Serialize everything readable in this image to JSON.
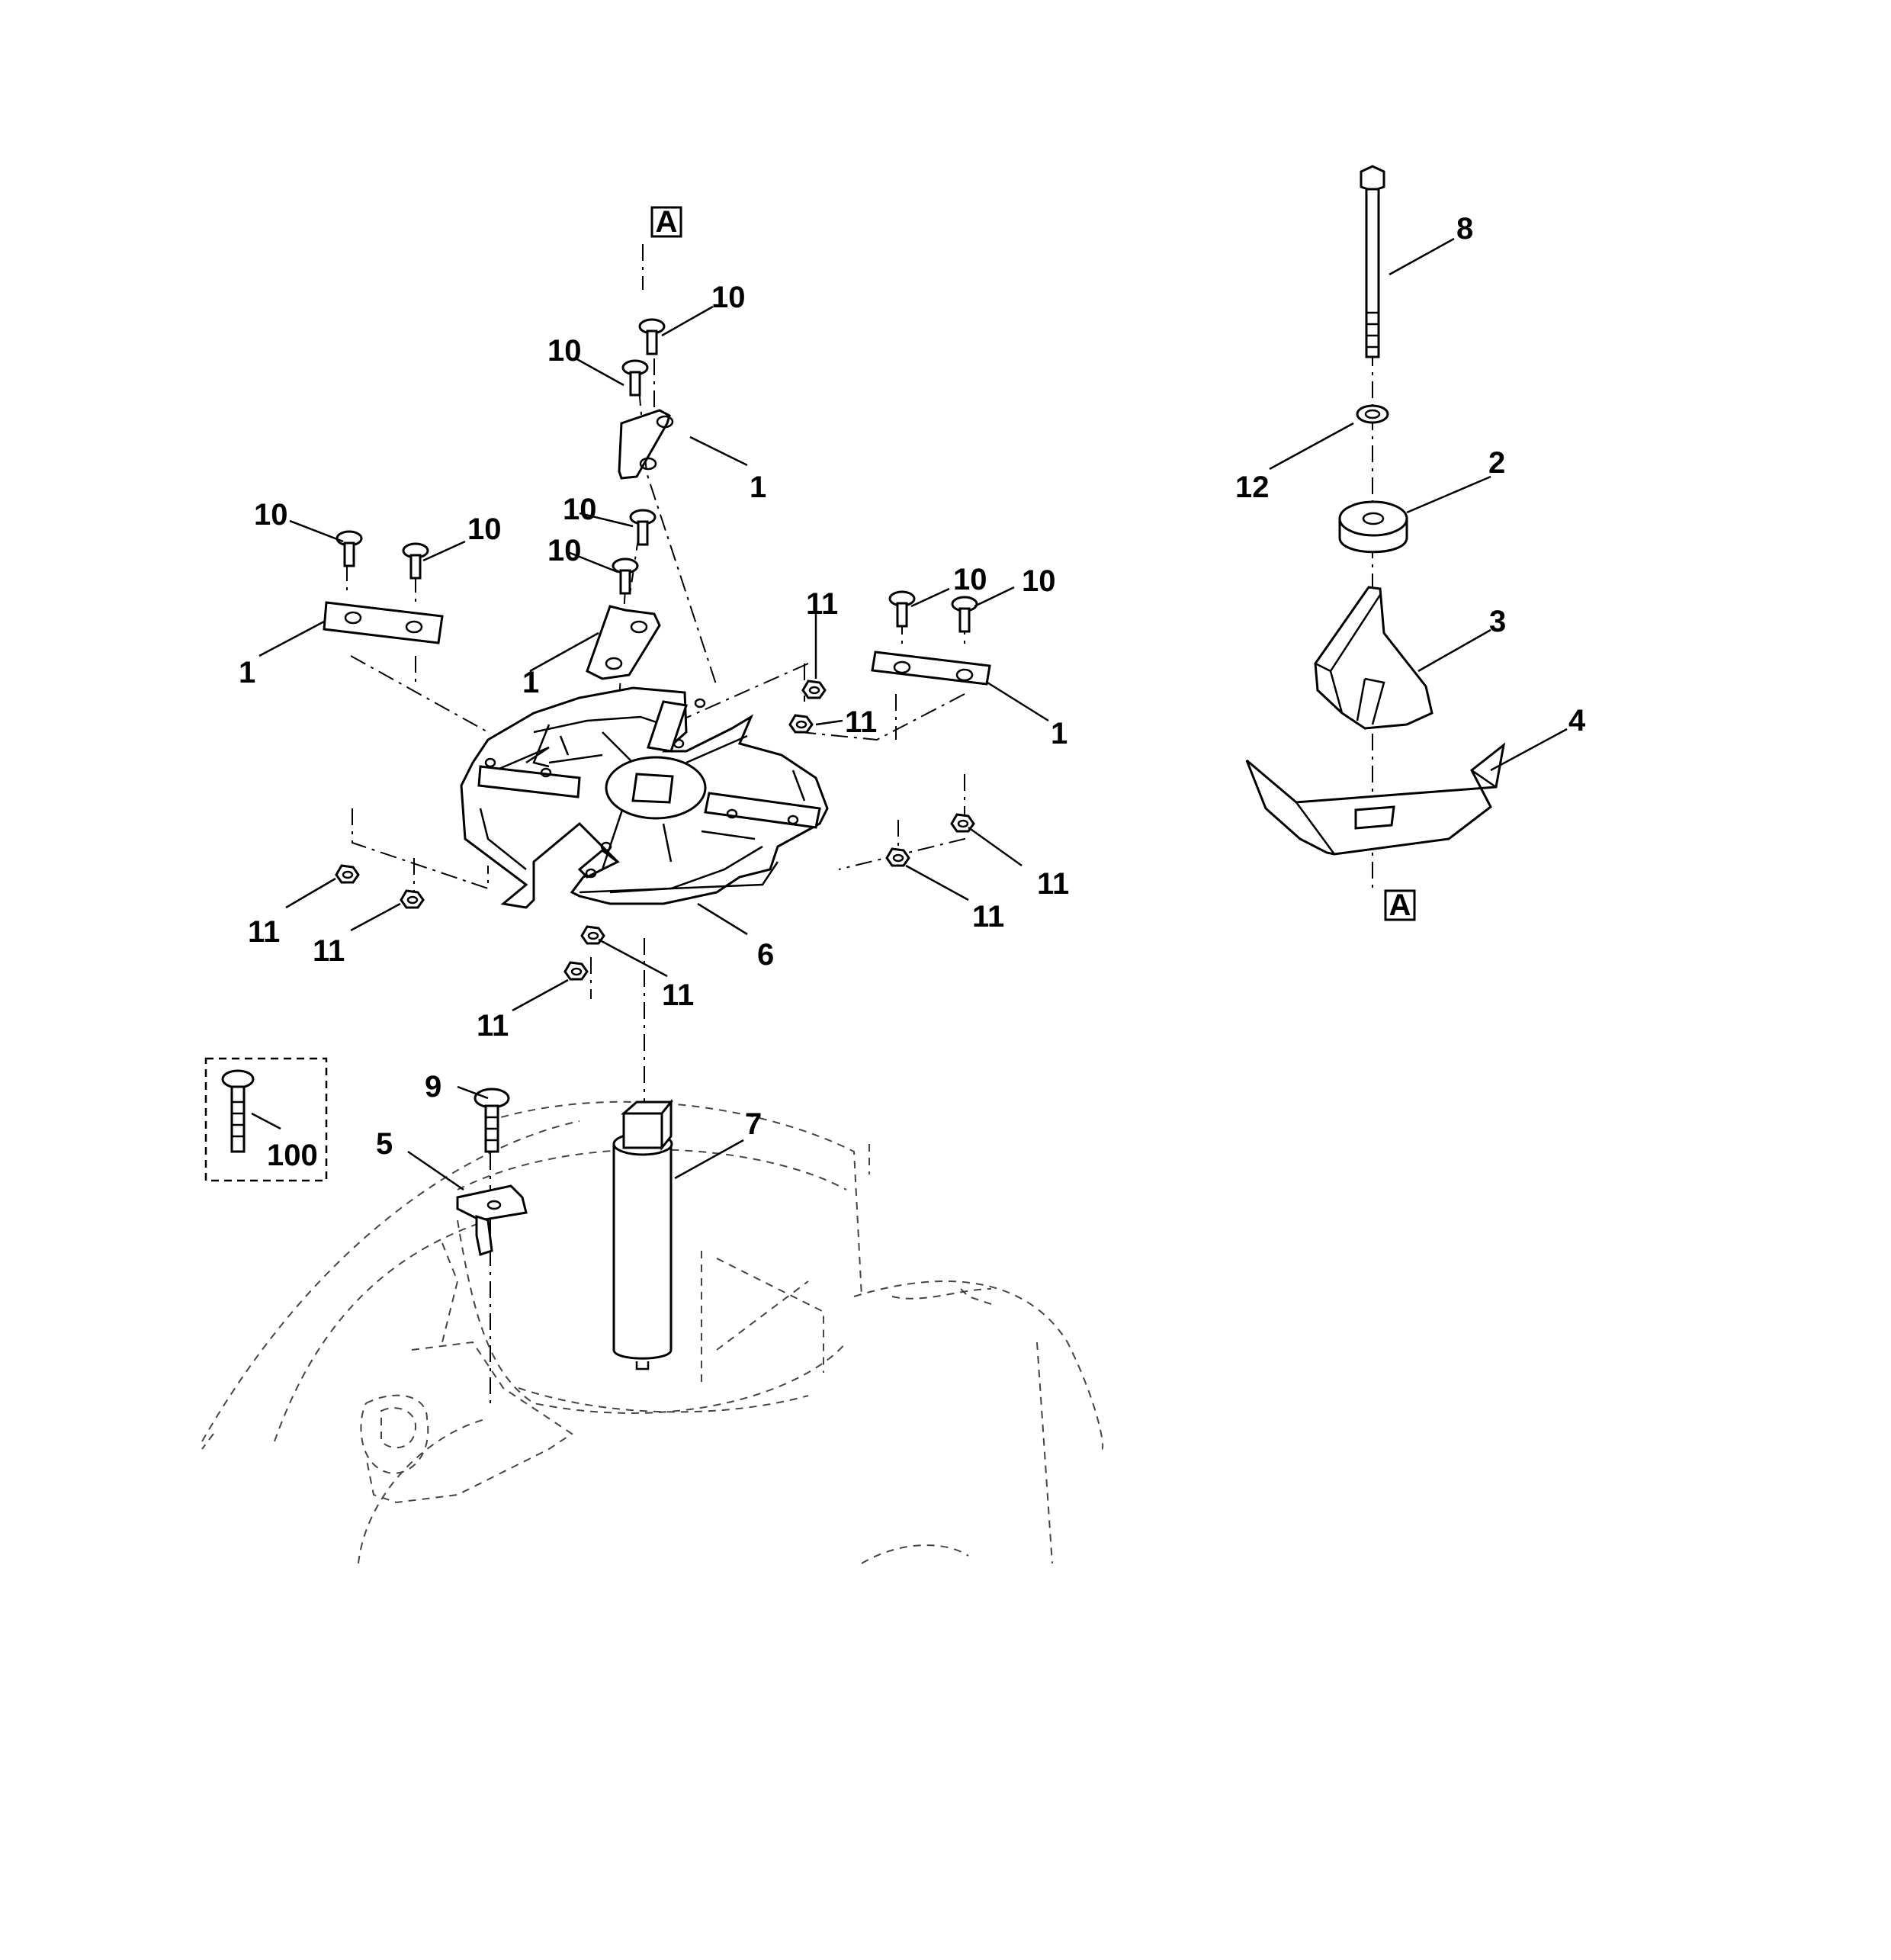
{
  "diagram": {
    "reference_marker": "A",
    "callouts": {
      "c1a": "1",
      "c1b": "1",
      "c1c": "1",
      "c1d": "1",
      "c2": "2",
      "c3": "3",
      "c4": "4",
      "c5": "5",
      "c6": "6",
      "c7": "7",
      "c8": "8",
      "c9": "9",
      "c10a": "10",
      "c10b": "10",
      "c10c": "10",
      "c10d": "10",
      "c10e": "10",
      "c10f": "10",
      "c10g": "10",
      "c10h": "10",
      "c11a": "11",
      "c11b": "11",
      "c11c": "11",
      "c11d": "11",
      "c11e": "11",
      "c11f": "11",
      "c11g": "11",
      "c11h": "11",
      "c12": "12",
      "c100": "100"
    }
  }
}
